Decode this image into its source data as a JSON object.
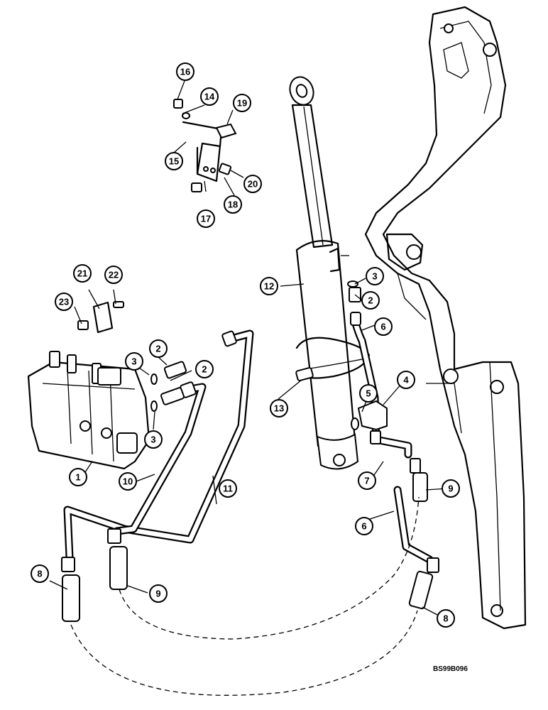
{
  "drawing_ref": "BS99B096",
  "callouts": [
    "1",
    "2",
    "2",
    "2",
    "3",
    "3",
    "3",
    "4",
    "5",
    "6",
    "6",
    "7",
    "8",
    "8",
    "9",
    "9",
    "10",
    "11",
    "12",
    "13",
    "14",
    "15",
    "16",
    "17",
    "18",
    "19",
    "20",
    "21",
    "22",
    "23"
  ]
}
